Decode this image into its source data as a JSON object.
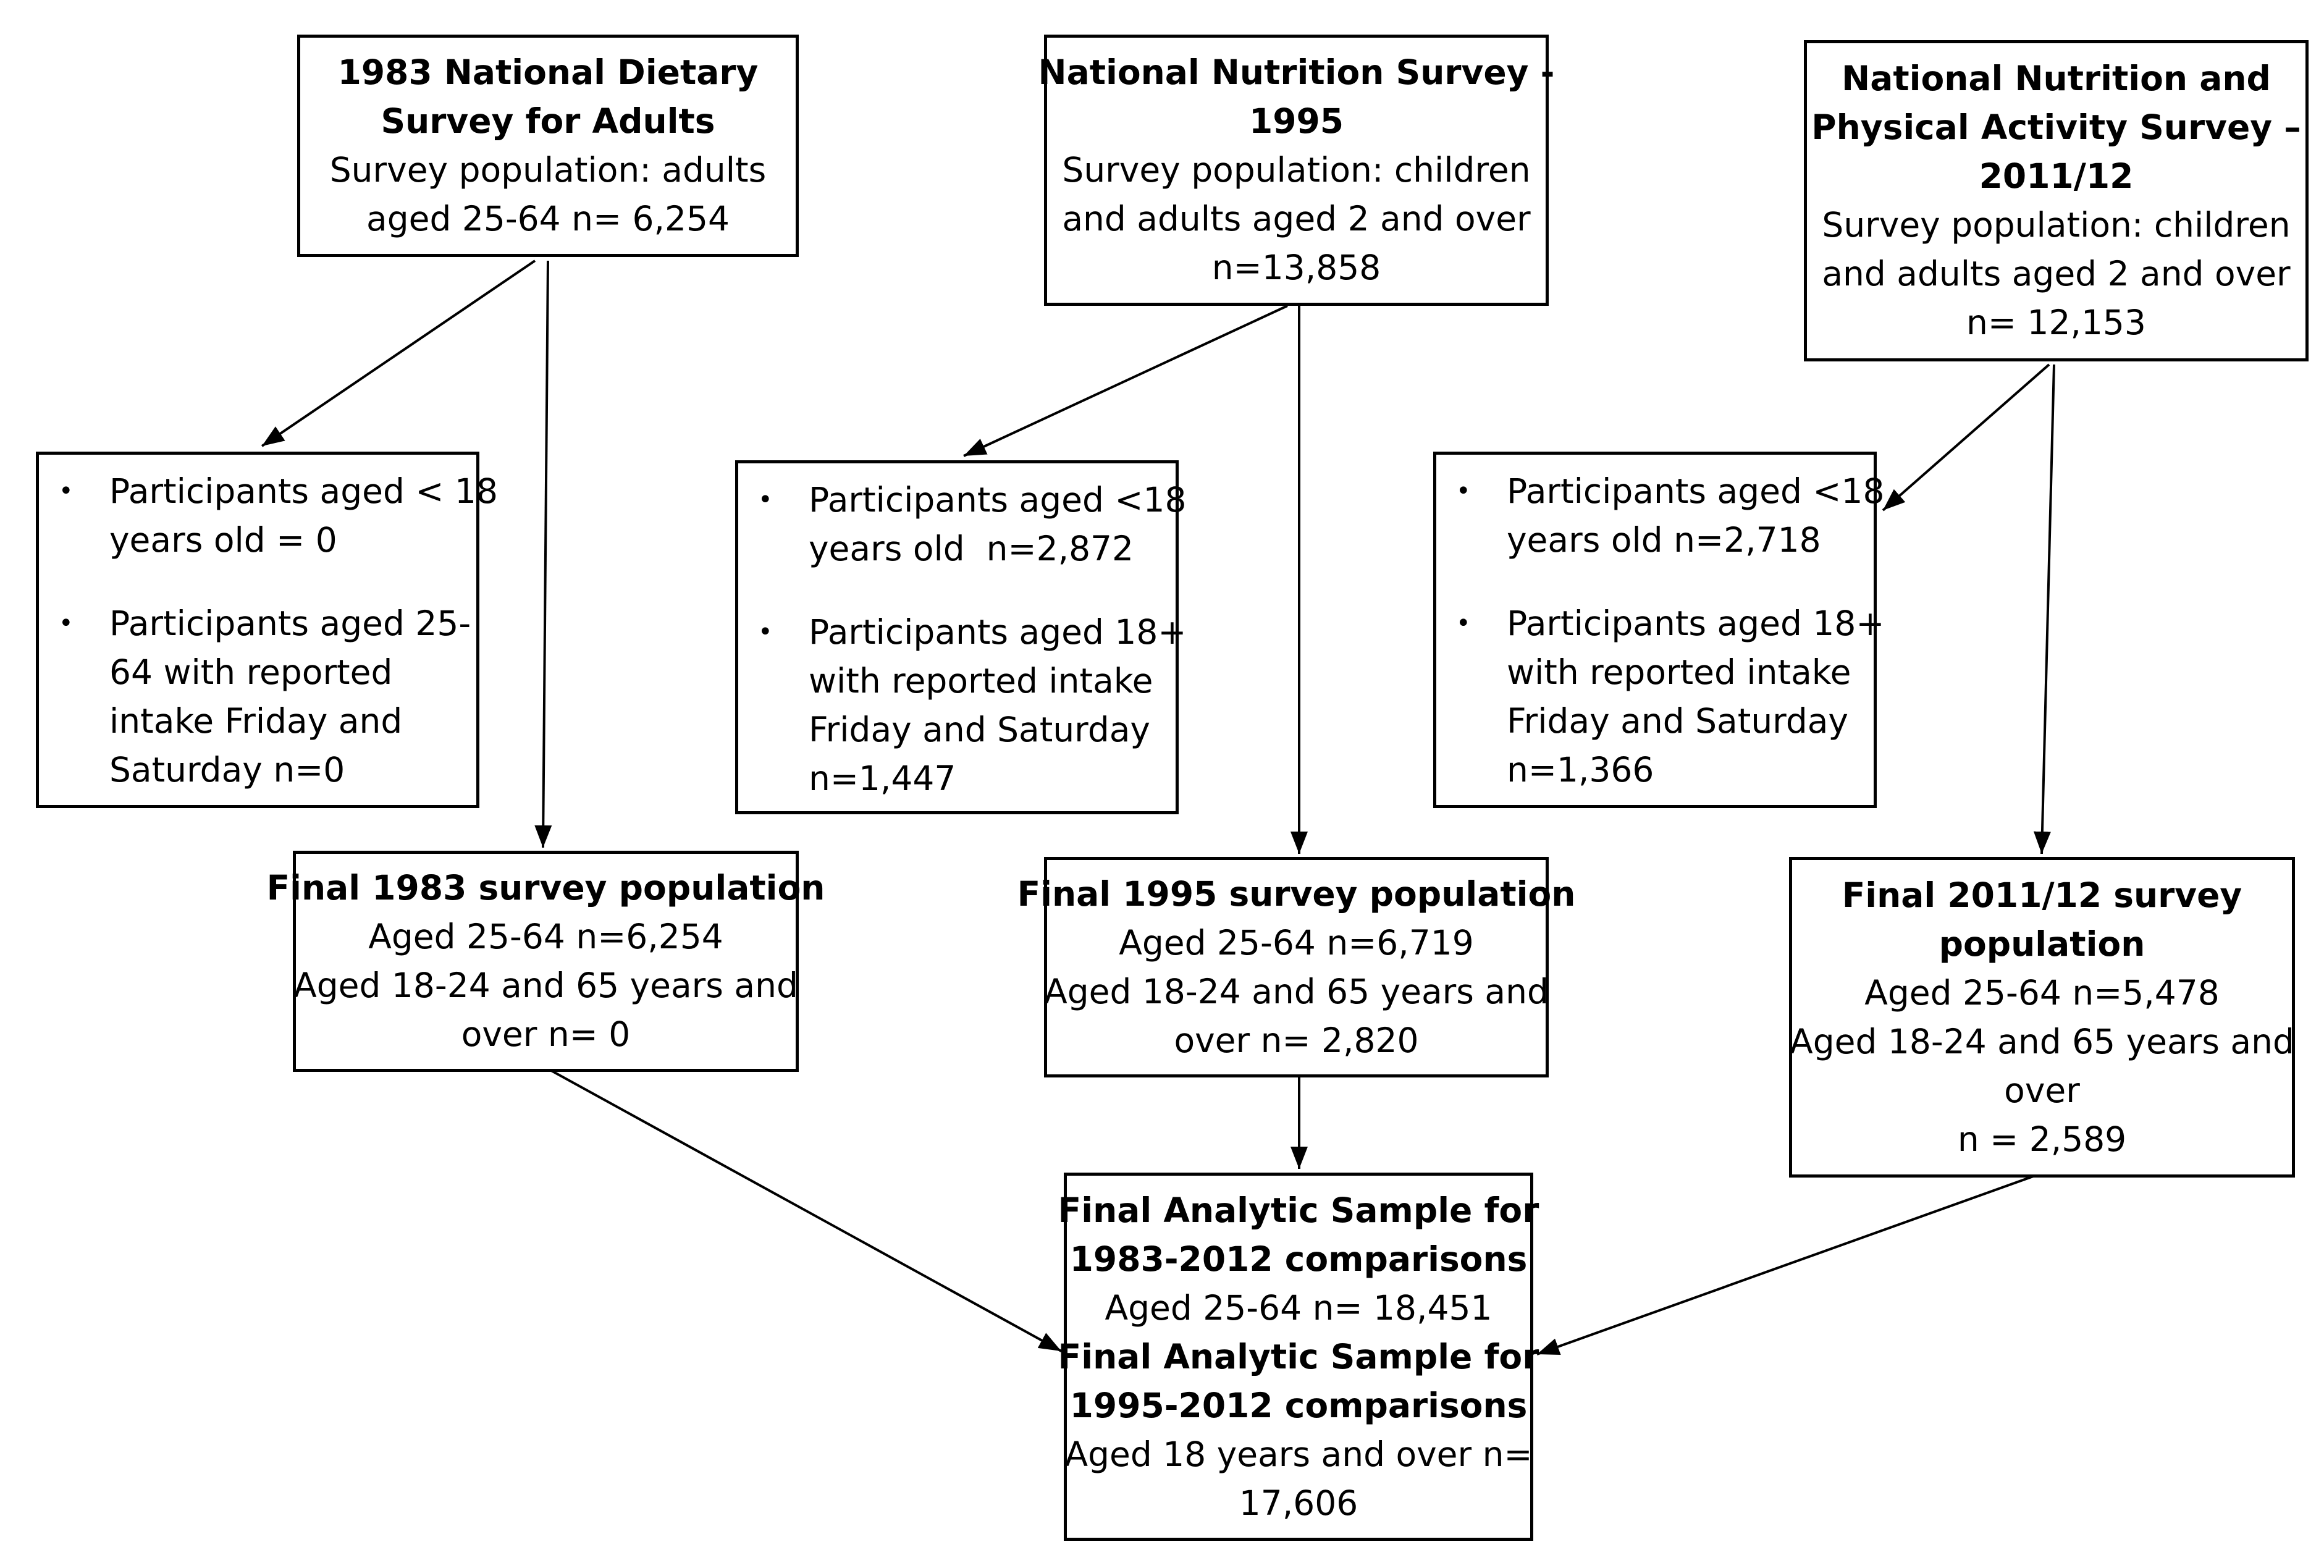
{
  "survey_1983": {
    "title_lines": [
      "1983 National Dietary",
      "Survey for Adults"
    ],
    "body_lines": [
      "Survey population: adults",
      "aged 25-64 n= 6,254"
    ]
  },
  "survey_1995": {
    "title_lines": [
      "National Nutrition Survey -",
      "1995"
    ],
    "body_lines": [
      "Survey population: children",
      "and adults aged 2 and over",
      "n=13,858"
    ]
  },
  "survey_2011": {
    "title_lines": [
      "National Nutrition and",
      "Physical Activity Survey –",
      "2011/12"
    ],
    "body_lines": [
      "Survey population: children",
      "and adults aged 2 and over",
      "n= 12,153"
    ]
  },
  "excl_1983": {
    "bullets": [
      [
        "Participants aged < 18",
        "years old = 0"
      ],
      [
        "Participants aged 25-",
        "64 with reported",
        "intake Friday and",
        "Saturday n=0"
      ]
    ]
  },
  "excl_1995": {
    "bullets": [
      [
        "Participants aged <18",
        "years old  n=2,872"
      ],
      [
        "Participants aged 18+",
        "with reported intake",
        "Friday and Saturday",
        "n=1,447"
      ]
    ]
  },
  "excl_2011": {
    "bullets": [
      [
        "Participants aged <18",
        "years old n=2,718"
      ],
      [
        "Participants aged 18+",
        "with reported intake",
        "Friday and Saturday",
        "n=1,366"
      ]
    ]
  },
  "final_1983": {
    "title_lines": [
      "Final 1983 survey population"
    ],
    "body_lines": [
      "Aged 25-64 n=6,254",
      "Aged 18-24 and 65 years and",
      "over n= 0"
    ]
  },
  "final_1995": {
    "title_lines": [
      "Final 1995 survey population"
    ],
    "body_lines": [
      "Aged 25-64 n=6,719",
      "Aged 18-24 and 65 years and",
      "over n= 2,820"
    ]
  },
  "final_2011": {
    "title_lines": [
      "Final 2011/12 survey",
      "population"
    ],
    "body_lines": [
      "Aged 25-64 n=5,478",
      "Aged 18-24 and 65 years and",
      "over",
      "n = 2,589"
    ]
  },
  "analytic": {
    "title1_lines": [
      "Final Analytic Sample for",
      "1983-2012 comparisons"
    ],
    "body1_lines": [
      "Aged 25-64 n= 18,451"
    ],
    "title2_lines": [
      "Final Analytic Sample for",
      "1995-2012 comparisons"
    ],
    "body2_lines": [
      "Aged 18 years and over n=",
      "17,606"
    ]
  },
  "bullet_glyph": "•"
}
